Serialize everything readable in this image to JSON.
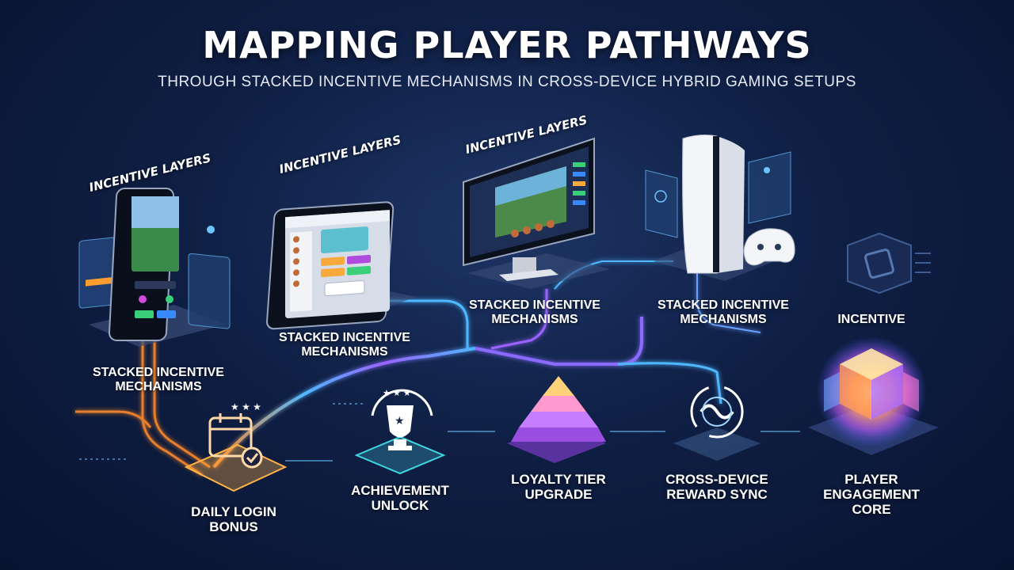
{
  "header": {
    "title": "MAPPING PLAYER PATHWAYS",
    "subtitle": "THROUGH STACKED INCENTIVE MECHANISMS IN CROSS-DEVICE HYBRID GAMING SETUPS"
  },
  "devices": [
    {
      "id": "phone",
      "layer_label": "INCENTIVE LAYERS",
      "caption": "STACKED INCENTIVE MECHANISMS"
    },
    {
      "id": "tablet",
      "layer_label": "INCENTIVE LAYERS",
      "caption": "STACKED INCENTIVE MECHANISMS"
    },
    {
      "id": "monitor",
      "layer_label": "INCENTIVE LAYERS",
      "caption": "STACKED INCENTIVE MECHANISMS"
    },
    {
      "id": "console",
      "caption": "STACKED INCENTIVE MECHANISMS"
    },
    {
      "id": "incentive-chip",
      "caption": "INCENTIVE"
    }
  ],
  "nodes": [
    {
      "id": "daily-login",
      "label": "DAILY LOGIN BONUS",
      "icon": "calendar-check-icon",
      "color": "#ff9a2e"
    },
    {
      "id": "achievement",
      "label": "ACHIEVEMENT UNLOCK",
      "icon": "trophy-icon",
      "color": "#3fd6e0"
    },
    {
      "id": "loyalty",
      "label": "LOYALTY TIER UPGRADE",
      "icon": "pyramid-icon",
      "color": "#b565ff"
    },
    {
      "id": "sync",
      "label": "CROSS-DEVICE REWARD SYNC",
      "icon": "sync-icon",
      "color": "#9fd8ff"
    },
    {
      "id": "core",
      "label": "PLAYER ENGAGEMENT CORE",
      "icon": "cube-core-icon",
      "color": "#ff8a4a"
    }
  ],
  "colors": {
    "path_orange": "#ff8a2a",
    "path_blue": "#4fb7ff",
    "path_purple": "#9a63ff",
    "panel": "#4a5f8f"
  }
}
